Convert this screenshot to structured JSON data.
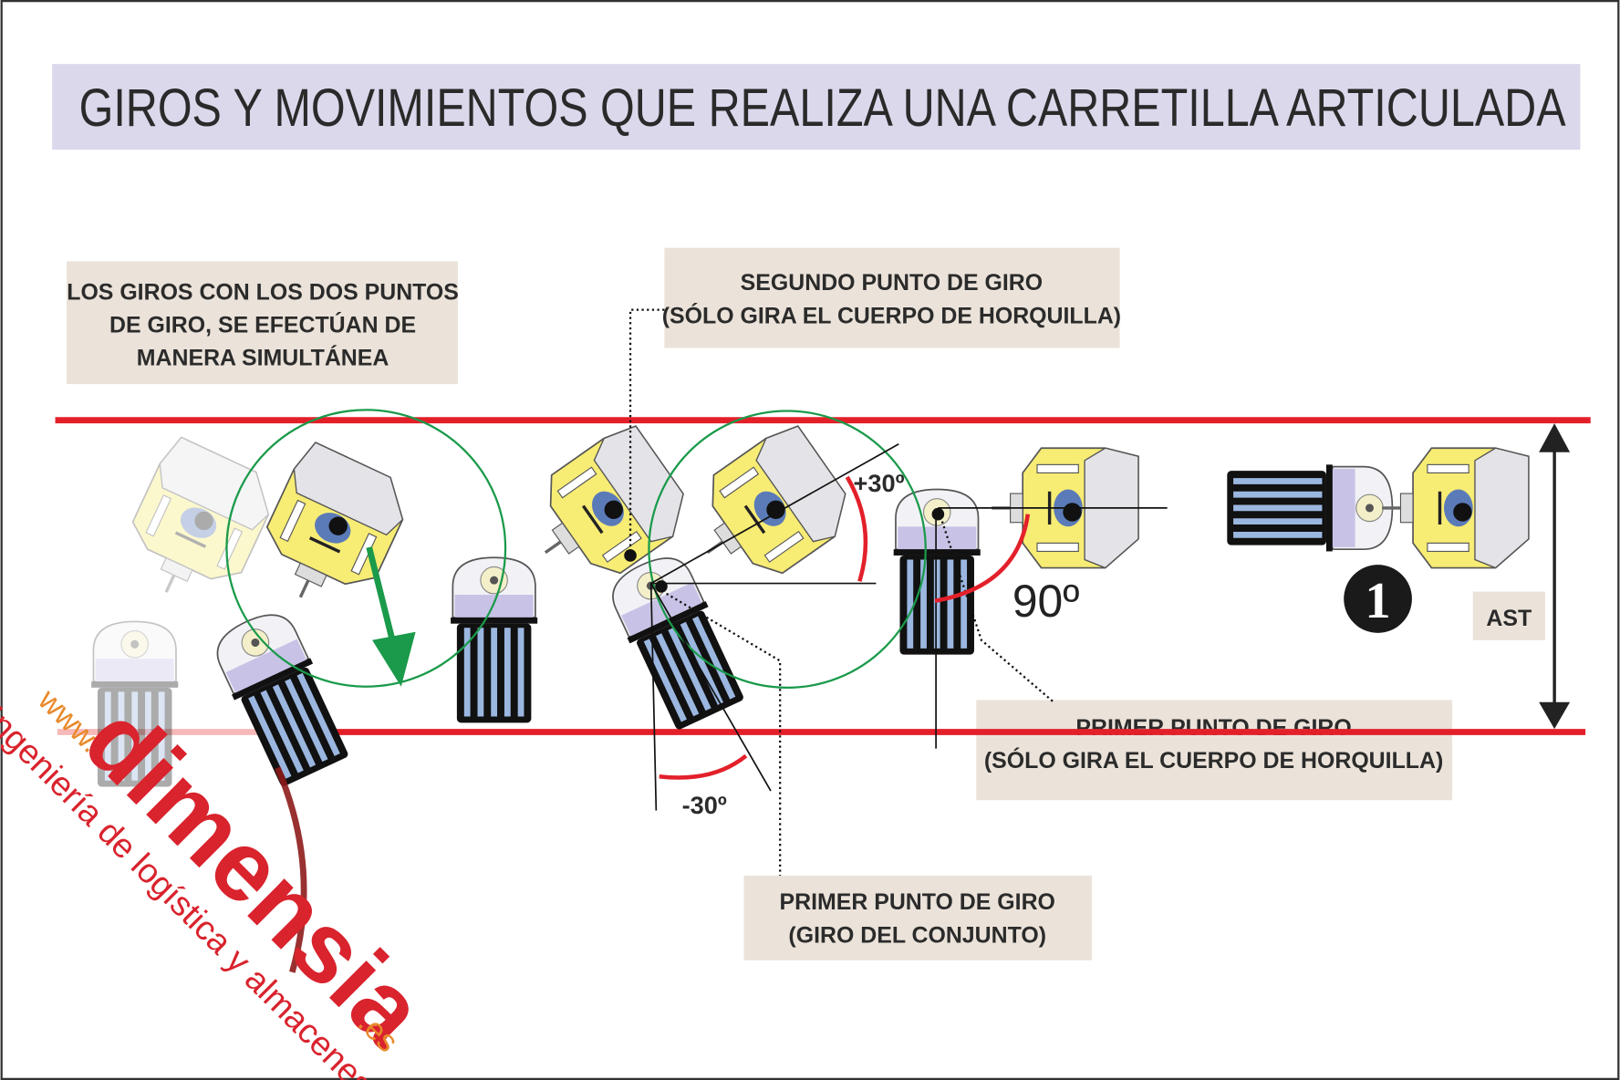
{
  "title": "GIROS Y MOVIMIENTOS QUE REALIZA UNA CARRETILLA ARTICULADA",
  "notes": {
    "simultaneous": [
      "LOS GIROS CON LOS DOS PUNTOS",
      "DE GIRO, SE EFECTÚAN DE",
      "MANERA SIMULTÁNEA"
    ],
    "second_pivot": [
      "SEGUNDO PUNTO DE GIRO",
      "(SÓLO GIRA EL CUERPO DE HORQUILLA)"
    ],
    "first_pivot_fork": [
      "PRIMER PUNTO DE GIRO",
      "(SÓLO GIRA EL CUERPO DE HORQUILLA)"
    ],
    "first_pivot_whole": [
      "PRIMER PUNTO DE GIRO",
      "(GIRO DEL CONJUNTO)"
    ]
  },
  "angles": {
    "plus": "+30º",
    "minus": "-30º",
    "right": "90º"
  },
  "step_number": "1",
  "aisle_label": "AST",
  "logo": {
    "prefix": "www.",
    "name": "dimensia",
    "suffix": ".es",
    "tagline": "Ingeniería de logística y almacenes"
  },
  "colors": {
    "title_band": "#dcd8ec",
    "note_box": "#ebe3da",
    "aisle_line": "#e3202a",
    "circle": "#1a9a4a",
    "cab": "#f7ec74",
    "load_stripe": "#9bb7e0"
  }
}
